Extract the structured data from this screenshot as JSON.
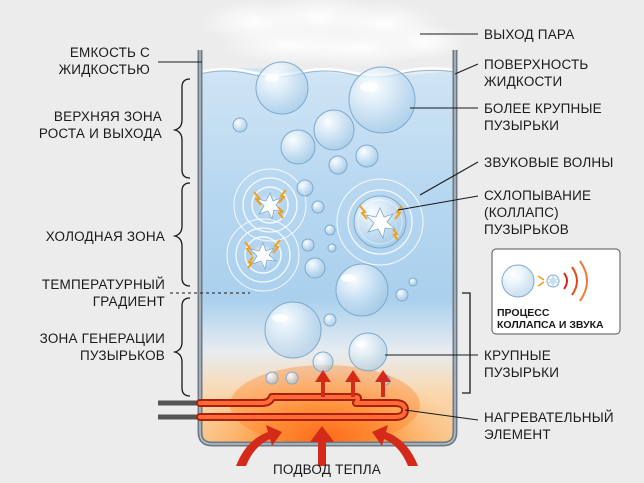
{
  "labels": {
    "container": [
      "ЕМКОСТЬ С",
      "ЖИДКОСТЬЮ"
    ],
    "upper_zone": [
      "ВЕРХНЯЯ ЗОНА",
      "РОСТА И ВЫХОДА"
    ],
    "cold_zone": [
      "ХОЛОДНАЯ ЗОНА"
    ],
    "gradient": [
      "ТЕМПЕРАТУРНЫЙ",
      "ГРАДИЕНТ"
    ],
    "generation_zone": [
      "ЗОНА ГЕНЕРАЦИИ",
      "ПУЗЫРЬКОВ"
    ],
    "steam": [
      "ВЫХОД ПАРА"
    ],
    "surface": [
      "ПОВЕРХНОСТЬ",
      "ЖИДКОСТИ"
    ],
    "large_bubbles_top": [
      "БОЛЕЕ КРУПНЫЕ",
      "ПУЗЫРЬКИ"
    ],
    "sound_waves": [
      "ЗВУКОВЫЕ ВОЛНЫ"
    ],
    "collapse": [
      "СХЛОПЫВАНИЕ",
      "(КОЛЛАПС)",
      "ПУЗЫРЬКОВ"
    ],
    "inset": [
      "ПРОЦЕСС",
      "КОЛЛАПСА И ЗВУКА"
    ],
    "large_bubbles_bottom": [
      "КРУПНЫЕ",
      "ПУЗЫРЬКИ"
    ],
    "heater": [
      "НАГРЕВАТЕЛЬНЫЙ",
      "ЭЛЕМЕНТ"
    ],
    "heat_input": [
      "ПОДВОД ТЕПЛА"
    ]
  },
  "colors": {
    "water_top": "#c6def2",
    "water_mid": "#a8cfee",
    "water_warm": "#f8d9b0",
    "heat_core": "#ff6a1a",
    "heater_coil": "#e23c1c",
    "arrow_red": "#d42a1a",
    "bubble_edge": "#7ea9cc",
    "wall": "#6d7a86"
  }
}
